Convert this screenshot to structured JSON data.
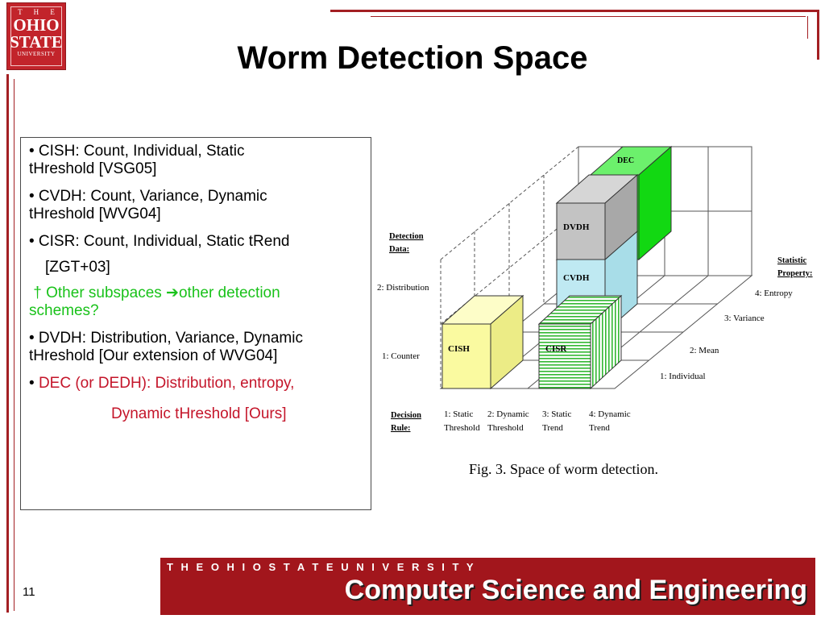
{
  "logo": {
    "line1": "T H E",
    "line2": "OHIO",
    "line3": "STATE",
    "line4": "UNIVERSITY"
  },
  "title": "Worm Detection Space",
  "bullets": {
    "b1a": "•  CISH: Count, Individual, Static",
    "b1b": "tHreshold [VSG05]",
    "b2a": "•  CVDH: Count, Variance, Dynamic",
    "b2b": "tHreshold [WVG04]",
    "b3a": "•  CISR: Count, Individual, Static tRend",
    "b3b": "[ZGT+03]",
    "b4a": "† Other subspaces  ",
    "b4arrow": "➔",
    "b4b": "other detection",
    "b4c": "schemes?",
    "b5a": "•  DVDH: Distribution, Variance, Dynamic",
    "b5b": "tHreshold [Our extension of WVG04]",
    "b6bullet": "•  ",
    "b6a": "DEC (or DEDH): Distribution, entropy,",
    "b6b": "Dynamic  tHreshold [Ours]"
  },
  "figure": {
    "detection_data_l1": "Detection",
    "detection_data_l2": "Data:",
    "y2": "2: Distribution",
    "y1": "1: Counter",
    "statistic_l1": "Statistic",
    "statistic_l2": "Property:",
    "z4": "4: Entropy",
    "z3": "3: Variance",
    "z2": "2: Mean",
    "z1": "1: Individual",
    "decision_l1": "Decision",
    "decision_l2": "Rule:",
    "x1a": "1: Static",
    "x1b": "Threshold",
    "x2a": "2: Dynamic",
    "x2b": "Threshold",
    "x3a": "3: Static",
    "x3b": "Trend",
    "x4a": "4: Dynamic",
    "x4b": "Trend",
    "box_dec": "DEC",
    "box_dvdh": "DVDH",
    "box_cvdh": "CVDH",
    "box_cish": "CISH",
    "box_cisr": "CISR",
    "caption": "Fig. 3. Space of worm detection."
  },
  "footer": {
    "university": "T H E  O H I O  S T A T E  U N I V E R S I T Y",
    "department": "Computer Science and Engineering"
  },
  "page_number": "11",
  "colors": {
    "maroon": "#a2161c",
    "green": "#19c21a",
    "red": "#c4152a",
    "dec": "#1fe01f",
    "cish": "#fafaa0",
    "cvdh": "#bfe9f2",
    "dvdh": "#c3c3c3"
  }
}
